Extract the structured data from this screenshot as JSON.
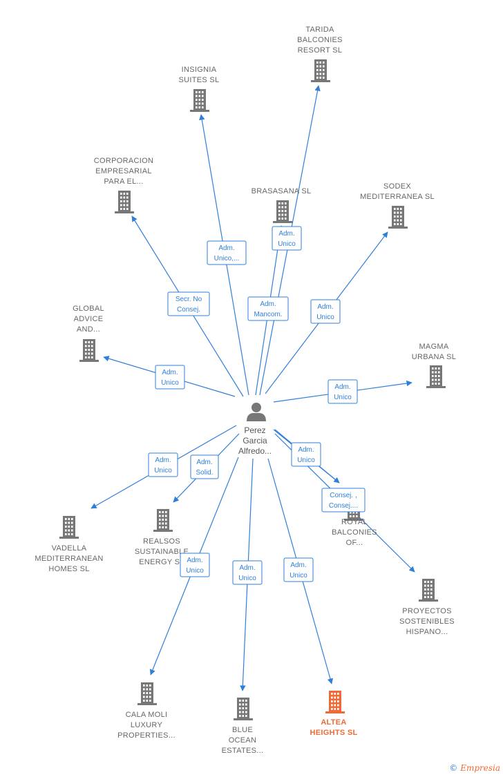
{
  "colors": {
    "edge": "#2f7fd9",
    "building": "#777777",
    "highlight": "#f06a35",
    "person": "#777777"
  },
  "person": {
    "lines": [
      "Perez",
      "Garcia",
      "Alfredo..."
    ],
    "icon": "person-icon"
  },
  "companies": [
    {
      "id": "tarida",
      "lines": [
        "TARIDA",
        "BALCONIES",
        "RESORT  SL"
      ],
      "highlight": false
    },
    {
      "id": "insignia",
      "lines": [
        "INSIGNIA",
        "SUITES  SL"
      ],
      "highlight": false
    },
    {
      "id": "corporacion",
      "lines": [
        "CORPORACION",
        "EMPRESARIAL",
        "PARA EL..."
      ],
      "highlight": false
    },
    {
      "id": "brasasana",
      "lines": [
        "BRASASANA SL"
      ],
      "highlight": false
    },
    {
      "id": "sodex",
      "lines": [
        "SODEX",
        "MEDITERRANEA SL"
      ],
      "highlight": false
    },
    {
      "id": "global",
      "lines": [
        "GLOBAL",
        "ADVICE",
        "AND..."
      ],
      "highlight": false
    },
    {
      "id": "magma",
      "lines": [
        "MAGMA",
        "URBANA SL"
      ],
      "highlight": false
    },
    {
      "id": "vadella",
      "lines": [
        "VADELLA",
        "MEDITERRANEAN",
        "HOMES  SL"
      ],
      "highlight": false
    },
    {
      "id": "realsos",
      "lines": [
        "REALSOS",
        "SUSTAINABLE",
        "ENERGY  SL"
      ],
      "highlight": false
    },
    {
      "id": "royal",
      "lines": [
        "ROYAL",
        "BALCONIES",
        "OF..."
      ],
      "highlight": false
    },
    {
      "id": "proyectos",
      "lines": [
        "PROYECTOS",
        "SOSTENIBLES",
        "HISPANO..."
      ],
      "highlight": false
    },
    {
      "id": "calamoli",
      "lines": [
        "CALA MOLI",
        "LUXURY",
        "PROPERTIES..."
      ],
      "highlight": false
    },
    {
      "id": "blueocean",
      "lines": [
        "BLUE",
        "OCEAN",
        "ESTATES..."
      ],
      "highlight": false
    },
    {
      "id": "altea",
      "lines": [
        "ALTEA",
        "HEIGHTS  SL"
      ],
      "highlight": true
    }
  ],
  "relations": [
    {
      "target": "tarida",
      "lines": [
        "Adm.",
        "Unico"
      ]
    },
    {
      "target": "insignia",
      "lines": [
        "Adm.",
        "Unico,..."
      ]
    },
    {
      "target": "corporacion",
      "lines": [
        "Secr.  No",
        "Consej."
      ]
    },
    {
      "target": "brasasana",
      "lines": [
        "Adm.",
        "Mancom."
      ]
    },
    {
      "target": "sodex",
      "lines": [
        "Adm.",
        "Unico"
      ]
    },
    {
      "target": "global",
      "lines": [
        "Adm.",
        "Unico"
      ]
    },
    {
      "target": "magma",
      "lines": [
        "Adm.",
        "Unico"
      ]
    },
    {
      "target": "vadella",
      "lines": [
        "Adm.",
        "Unico"
      ]
    },
    {
      "target": "realsos",
      "lines": [
        "Adm.",
        "Solid."
      ]
    },
    {
      "target": "royal",
      "lines": [
        "Adm.",
        "Unico"
      ]
    },
    {
      "target": "proyectos",
      "lines": [
        "Consej. ,",
        "Consej...."
      ]
    },
    {
      "target": "calamoli",
      "lines": [
        "Adm.",
        "Unico"
      ]
    },
    {
      "target": "blueocean",
      "lines": [
        "Adm.",
        "Unico"
      ]
    },
    {
      "target": "altea",
      "lines": [
        "Adm.",
        "Unico"
      ]
    }
  ],
  "footer": {
    "copyright": "©",
    "brand": "Empresia"
  }
}
